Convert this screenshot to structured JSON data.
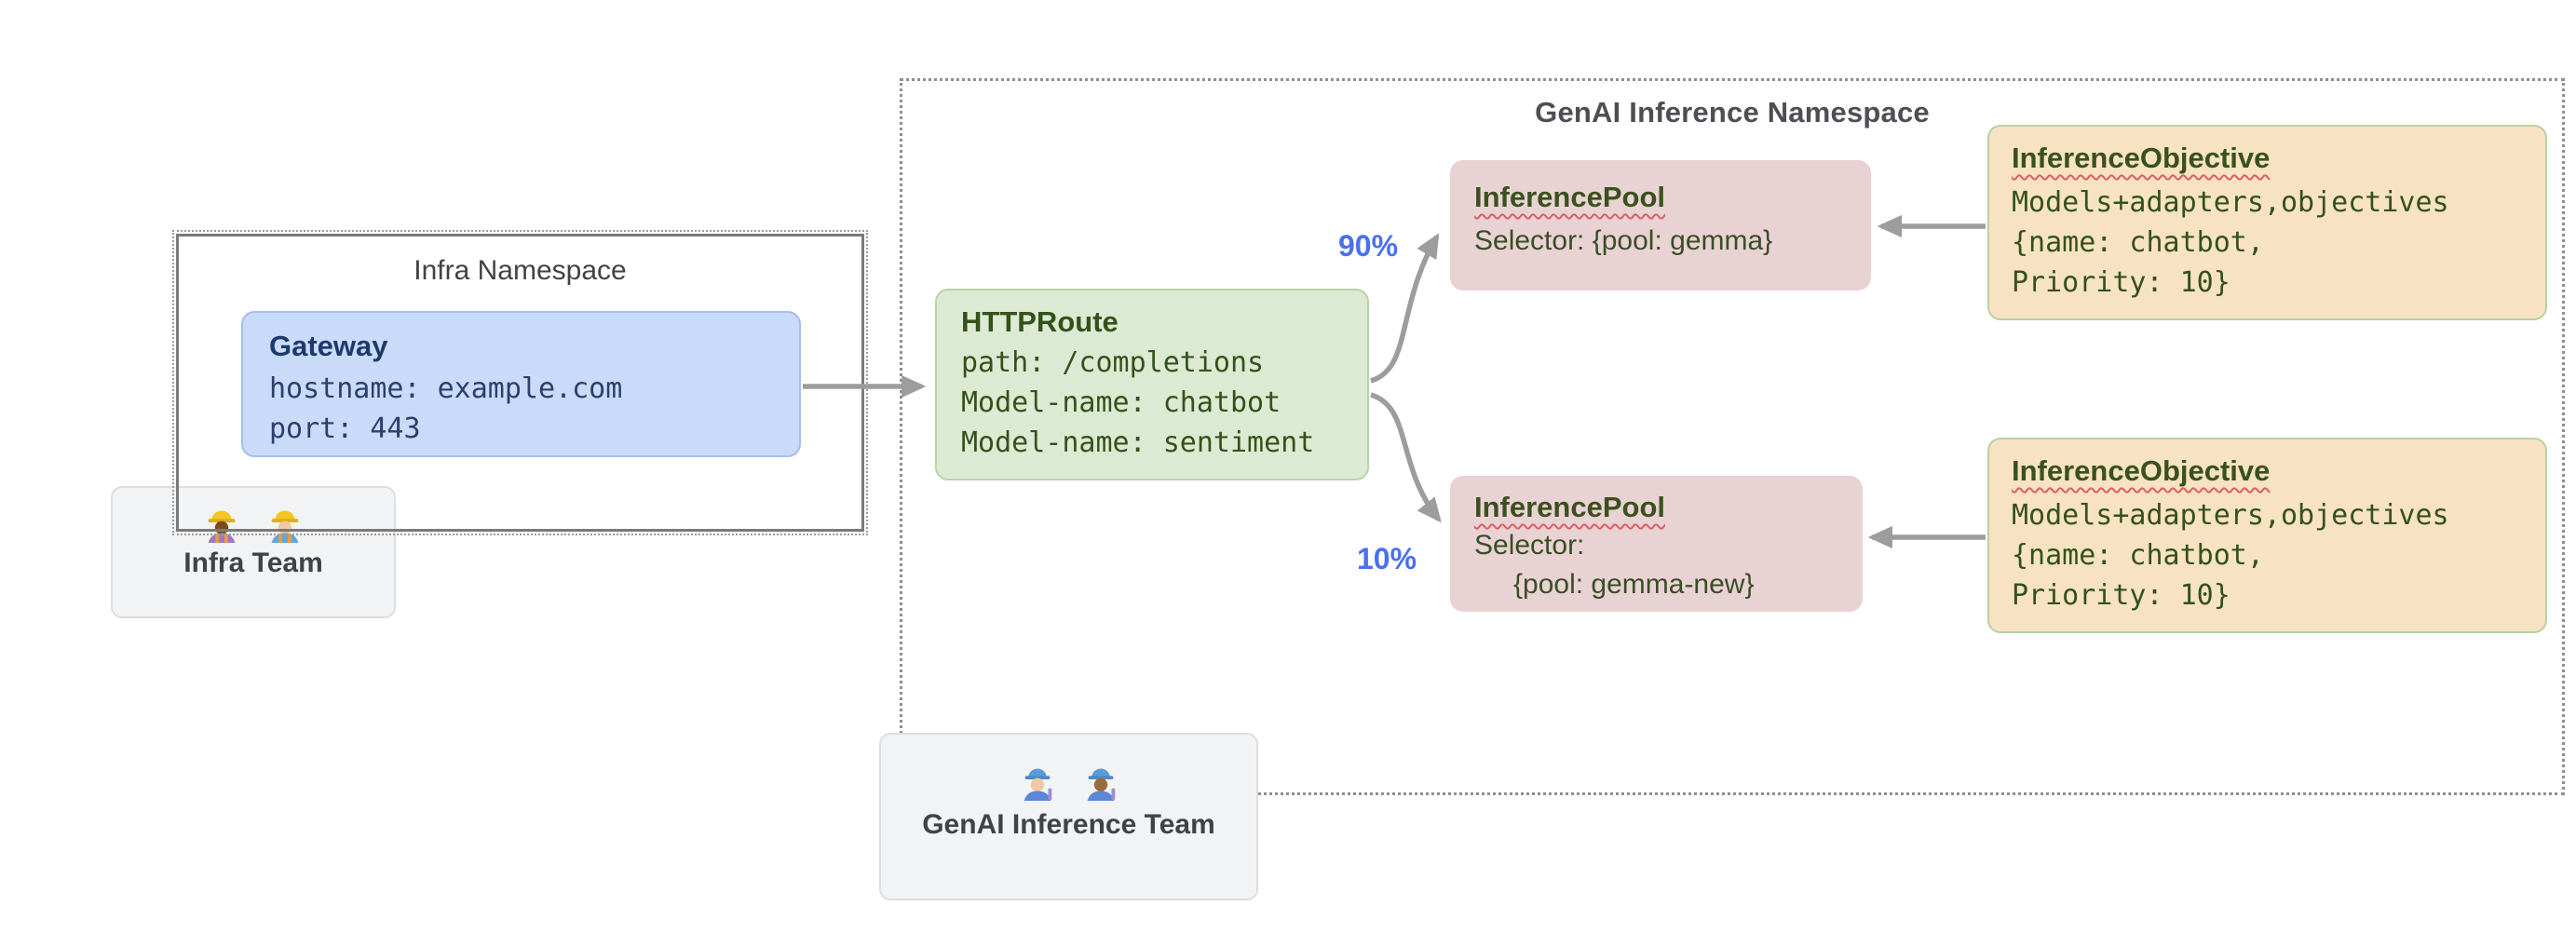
{
  "infra_namespace": {
    "title": "Infra Namespace",
    "gateway": {
      "title": "Gateway",
      "lines": [
        "hostname: example.com",
        "port: 443"
      ]
    }
  },
  "genai_namespace": {
    "title": "GenAI Inference Namespace"
  },
  "httproute": {
    "title": "HTTPRoute",
    "lines": [
      "path: /completions",
      "Model-name: chatbot",
      "Model-name: sentiment"
    ]
  },
  "traffic_labels": {
    "to_pool_gemma": "90%",
    "to_pool_gemma_new": "10%"
  },
  "pools": [
    {
      "title": "InferencePool",
      "lines": [
        "Selector: {pool: gemma}"
      ]
    },
    {
      "title": "InferencePool",
      "lines": [
        "Selector:",
        "{pool: gemma-new}"
      ]
    }
  ],
  "objectives": [
    {
      "title": "InferenceObjective",
      "lines": [
        "Models+adapters,objectives",
        "{name: chatbot,",
        "Priority: 10}"
      ]
    },
    {
      "title": "InferenceObjective",
      "lines": [
        "Models+adapters,objectives",
        "{name: chatbot,",
        "Priority: 10}"
      ]
    }
  ],
  "teams": {
    "infra": {
      "label": "Infra Team",
      "icons": [
        "woman-construction-worker-dark-skin",
        "man-construction-worker-light-skin"
      ]
    },
    "genai": {
      "label": "GenAI Inference Team",
      "icons": [
        "woman-mechanic-light-skin",
        "man-mechanic-dark-skin"
      ]
    }
  },
  "colors": {
    "gateway_fill": "#c9dbf8",
    "httproute_fill": "#dcead3",
    "pool_fill": "#e9d2d3",
    "objective_fill": "#f7e3c3",
    "team_fill": "#f2f3f4",
    "arrow_gray": "#9d9d9d",
    "traffic_label_blue": "#4a70f0",
    "dark_green_text": "#35511b",
    "navy_text": "#1e3a6d",
    "gray_text": "#3f4347",
    "spellcheck_squiggle": "#dd5f5f"
  }
}
